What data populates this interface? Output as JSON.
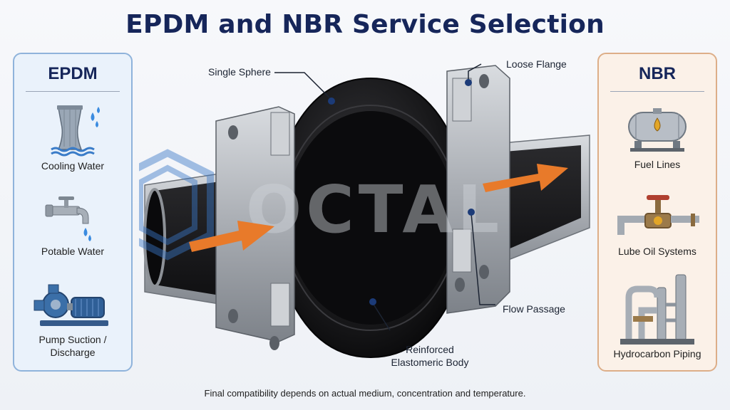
{
  "title": "EPDM and NBR Service Selection",
  "watermark": "OCTAL",
  "left_panel": {
    "heading": "EPDM",
    "items": [
      {
        "label": "Cooling Water",
        "icon": "cooling-tower-icon"
      },
      {
        "label": "Potable Water",
        "icon": "faucet-icon"
      },
      {
        "label": "Pump Suction /",
        "label2": "Discharge",
        "icon": "pump-icon"
      }
    ]
  },
  "right_panel": {
    "heading": "NBR",
    "items": [
      {
        "label": "Fuel Lines",
        "icon": "fuel-tank-icon"
      },
      {
        "label": "Lube Oil Systems",
        "icon": "valve-pipe-icon"
      },
      {
        "label": "Hydrocarbon Piping",
        "icon": "refinery-icon"
      }
    ]
  },
  "callouts": {
    "single_sphere": "Single Sphere",
    "loose_flange": "Loose Flange",
    "flow_passage": "Flow Passage",
    "body_line1": "Reinforced",
    "body_line2": "Elastomeric Body"
  },
  "footnote": "Final compatibility depends on actual medium, concentration and temperature.",
  "colors": {
    "title": "#16265a",
    "epdm_panel": "#eaf2fb",
    "nbr_panel": "#fbf1e8",
    "flow_arrow": "#e87a2a",
    "rubber": "#1a1a1c",
    "steel": "#b9bcc2",
    "watermark": "#3a78c8"
  }
}
